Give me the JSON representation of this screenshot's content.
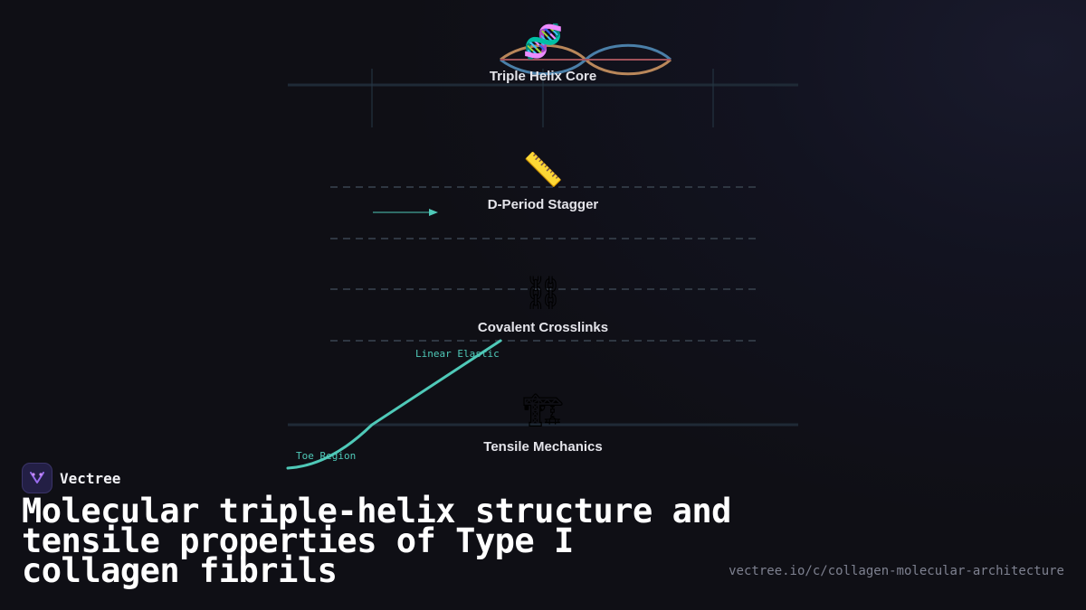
{
  "diagram": {
    "stages": [
      {
        "label": "Triple Helix Core",
        "icon": "dna-icon",
        "glyph": "🧬"
      },
      {
        "label": "D-Period Stagger",
        "icon": "ruler-icon",
        "glyph": "📏"
      },
      {
        "label": "Covalent Crosslinks",
        "icon": "broken-chain-icon",
        "glyph": "⛓"
      },
      {
        "label": "Tensile Mechanics",
        "icon": "crane-icon",
        "glyph": "🏗"
      }
    ],
    "curve_labels": {
      "linear": "Linear Elastic",
      "toe": "Toe Region"
    },
    "colors": {
      "helix_strand_a": "#b9875a",
      "helix_strand_b": "#4a7fa8",
      "crossbar": "#a0525a",
      "curve": "#4fc9b8",
      "guide": "#2a3a48",
      "dashed": "#2f3742"
    }
  },
  "brand": {
    "name": "Vectree",
    "logo_icon": "vectree-logo-icon"
  },
  "title": "Molecular triple-helix structure and tensile properties of Type I collagen fibrils",
  "url": "vectree.io/c/collagen-molecular-architecture"
}
